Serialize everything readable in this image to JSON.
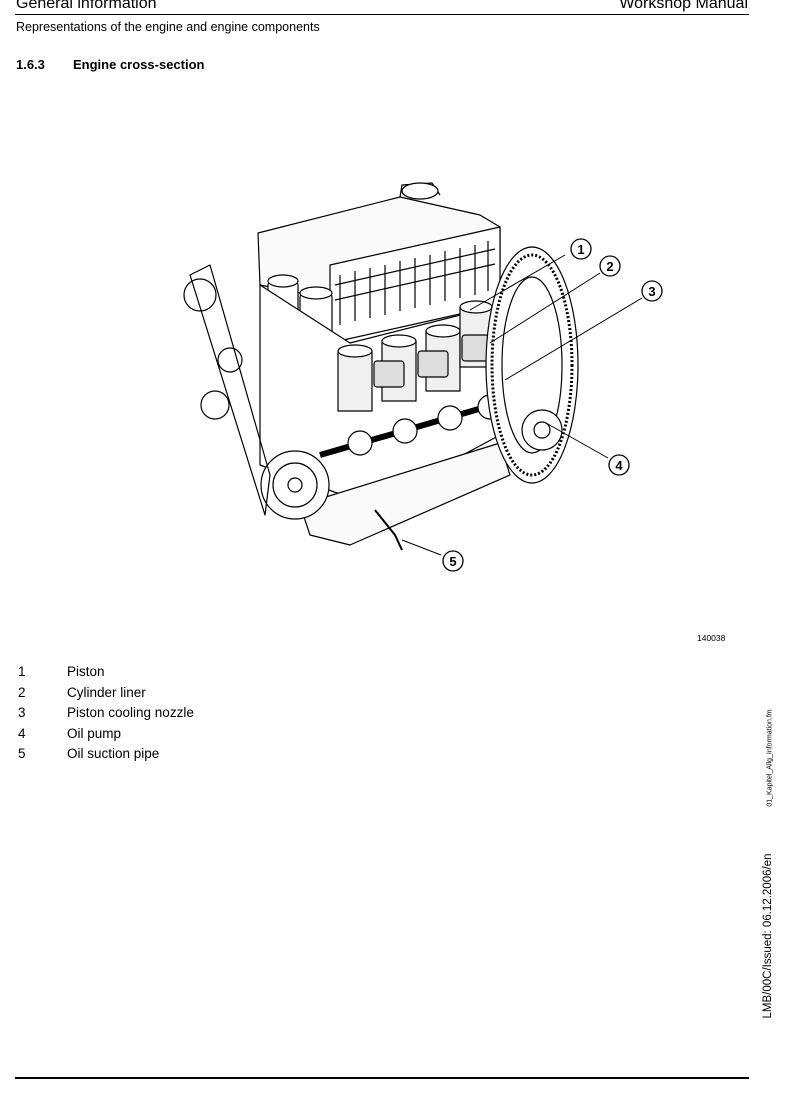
{
  "header": {
    "left": "General information",
    "right": "Workshop Manual",
    "subtitle": "Representations of the engine and engine components"
  },
  "section": {
    "number": "1.6.3",
    "title": "Engine cross-section"
  },
  "figure": {
    "id": "140038",
    "callouts": [
      "1",
      "2",
      "3",
      "4",
      "5"
    ]
  },
  "legend": [
    {
      "num": "1",
      "text": "Piston"
    },
    {
      "num": "2",
      "text": "Cylinder liner"
    },
    {
      "num": "3",
      "text": "Piston cooling nozzle"
    },
    {
      "num": "4",
      "text": "Oil pump"
    },
    {
      "num": "5",
      "text": "Oil suction pipe"
    }
  ],
  "side": {
    "file": "01_Kapitel_Allg_Information.fm",
    "doc": "LMB/00C/Issued: 06.12.2006/en"
  }
}
